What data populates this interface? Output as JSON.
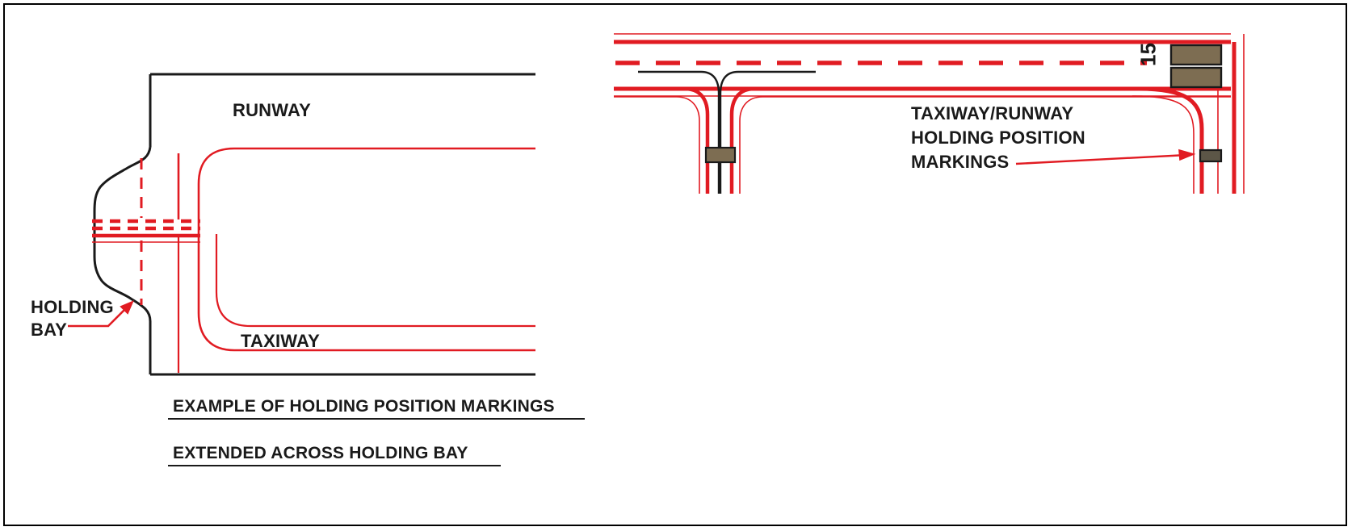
{
  "document": {
    "title": "Airport Taxiway and Runway Holding Position Markings",
    "type": "technical-diagram"
  },
  "colors": {
    "marking_red": "#e11b22",
    "pavement_black": "#1a1a1a",
    "sign_brown": "#7d6d52",
    "background": "#ffffff"
  },
  "left_diagram": {
    "name": "Example of holding position markings extended across holding bay",
    "labels": {
      "runway": "RUNWAY",
      "taxiway": "TAXIWAY",
      "holding_bay_line1": "HOLDING",
      "holding_bay_line2": "BAY"
    },
    "caption_line1": "EXAMPLE OF HOLDING POSITION MARKINGS",
    "caption_line2": "EXTENDED ACROSS  HOLDING BAY"
  },
  "right_diagram": {
    "name": "Taxiway/runway holding position markings at runway threshold",
    "runway_designation": "15",
    "callout_line1": "TAXIWAY/RUNWAY",
    "callout_line2": "HOLDING POSITION",
    "callout_line3": "MARKINGS"
  }
}
